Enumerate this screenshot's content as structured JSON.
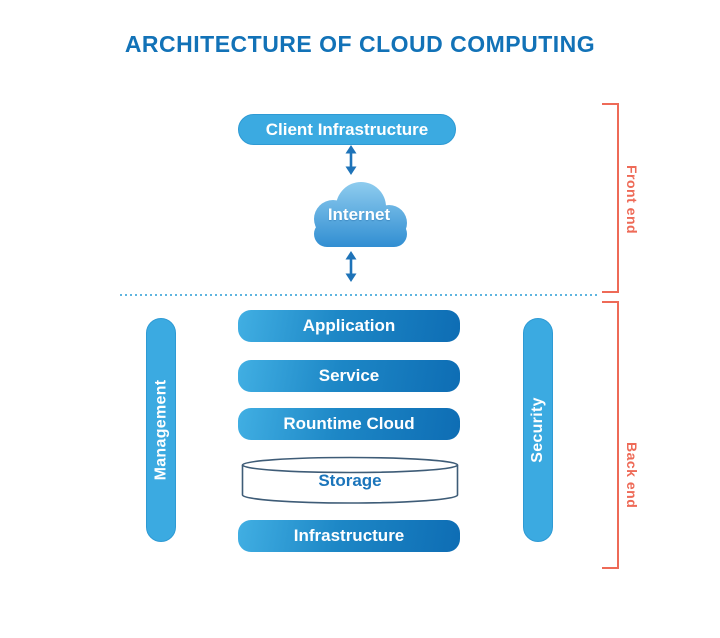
{
  "title": "ARCHITECTURE OF CLOUD COMPUTING",
  "front_end": {
    "section_label": "Front end",
    "client_infrastructure_label": "Client Infrastructure",
    "internet_label": "Internet"
  },
  "back_end": {
    "section_label": "Back end",
    "application_label": "Application",
    "service_label": "Service",
    "runtime_cloud_label": "Rountime Cloud",
    "storage_label": "Storage",
    "infrastructure_label": "Infrastructure",
    "management_label": "Management",
    "security_label": "Security"
  },
  "colors": {
    "title_blue": "#1272B7",
    "pill_blue": "#3BAAE1",
    "box_gradient_start": "#41AFE3",
    "box_gradient_end": "#0E6DB4",
    "cloud_gradient_start": "#90CDEF",
    "cloud_gradient_end": "#2E8CD1",
    "arrow_blue": "#1E73B8",
    "dotted_divider": "#5FB5DF",
    "bracket_red": "#EE6A57",
    "storage_outline": "#3E5C77",
    "storage_text": "#1B75BB"
  }
}
